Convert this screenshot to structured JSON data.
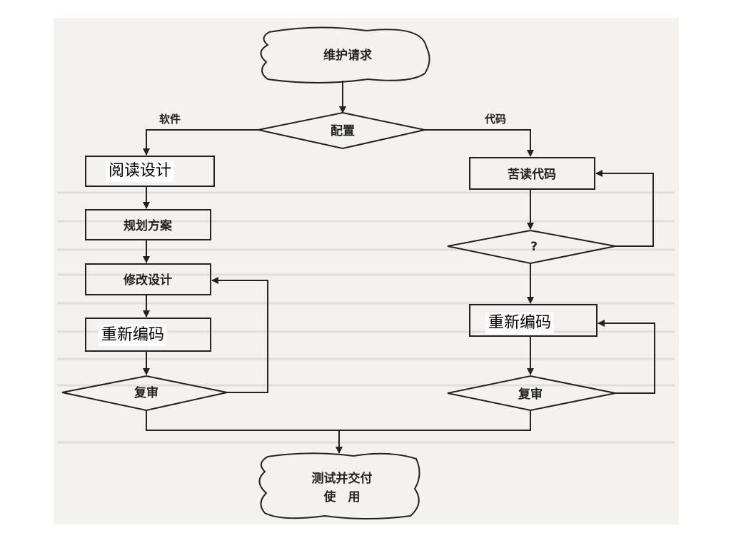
{
  "nodes": {
    "start": "维护请求",
    "config": "配置",
    "left": {
      "read_design": "阅读设计",
      "plan": "规划方案",
      "modify_design": "修改设计",
      "recode": "重新编码",
      "review": "复审"
    },
    "right": {
      "read_code": "苦读代码",
      "question": "?",
      "recode": "重新编码",
      "review": "复审"
    },
    "end_line1": "测试并交付",
    "end_line2": "使　用"
  },
  "edges": {
    "software": "软件",
    "code": "代码"
  }
}
